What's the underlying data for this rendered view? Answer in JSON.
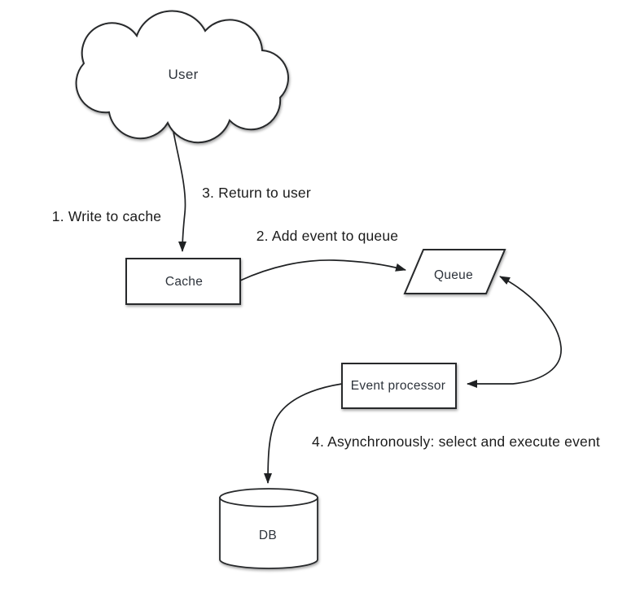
{
  "diagram": {
    "background_color": "#ffffff",
    "stroke_color": "#27292b",
    "text_color": "#1b1b1b",
    "nodes": {
      "user": {
        "label": "User",
        "shape": "cloud"
      },
      "cache": {
        "label": "Cache",
        "shape": "rectangle"
      },
      "queue": {
        "label": "Queue",
        "shape": "parallelogram"
      },
      "event_processor": {
        "label": "Event processor",
        "shape": "rectangle"
      },
      "db": {
        "label": "DB",
        "shape": "cylinder"
      }
    },
    "steps": {
      "step1": "1. Write to cache",
      "step2": "2. Add event to queue",
      "step3": "3. Return to user",
      "step4": "4. Asynchronously: select and execute event"
    },
    "edges": [
      {
        "from": "user",
        "to": "cache",
        "style": "arrow"
      },
      {
        "from": "cache",
        "to": "queue",
        "style": "arrow"
      },
      {
        "from": "queue",
        "to": "event_processor",
        "style": "double-arrow"
      },
      {
        "from": "event_processor",
        "to": "db",
        "style": "arrow"
      }
    ]
  }
}
